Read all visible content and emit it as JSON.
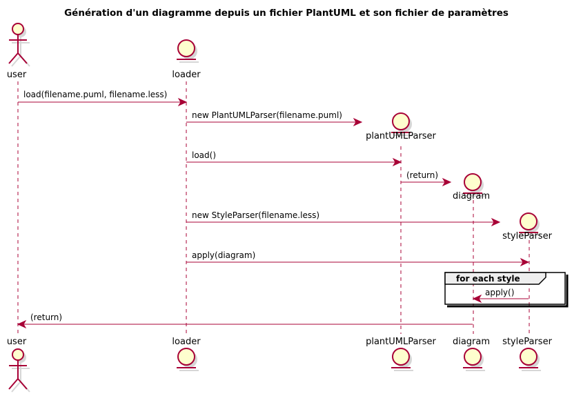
{
  "title": "Génération d'un diagramme depuis un fichier PlantUML et son fichier de paramètres",
  "participants": {
    "user": "user",
    "loader": "loader",
    "plantUMLParser": "plantUMLParser",
    "diagram": "diagram",
    "styleParser": "styleParser"
  },
  "messages": {
    "m1": "load(filename.puml, filename.less)",
    "m2": "new PlantUMLParser(filename.puml)",
    "m3": "load()",
    "m4": "(return)",
    "m5": "new StyleParser(filename.less)",
    "m6": "apply(diagram)",
    "m7": "apply()",
    "m8": "(return)"
  },
  "group": {
    "label": "for each style"
  },
  "colors": {
    "stroke": "#A80036",
    "fill": "#FEFECE"
  }
}
